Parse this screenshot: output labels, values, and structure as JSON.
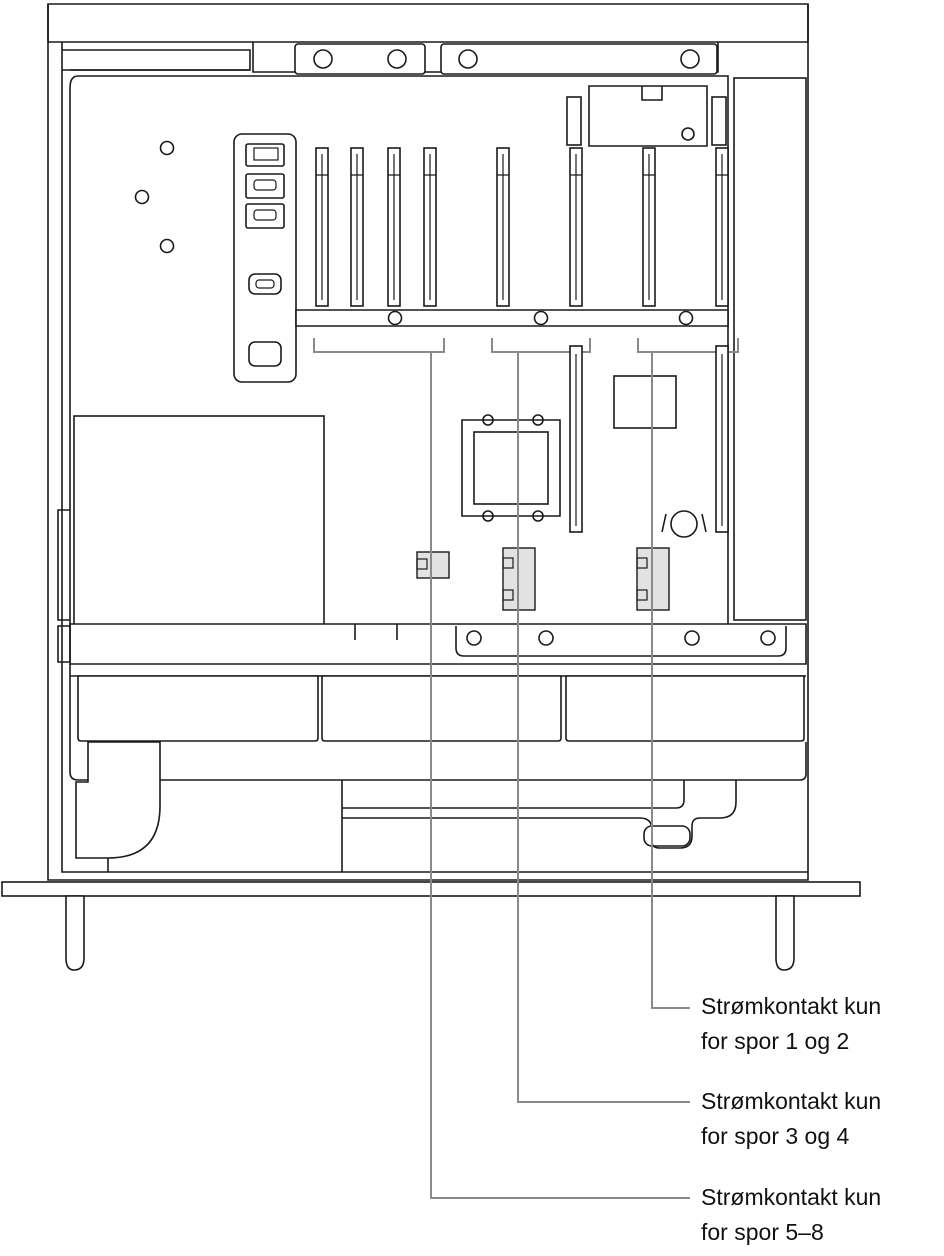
{
  "callouts": [
    {
      "id": "slots-1-2",
      "line1": "Strømkontakt kun",
      "line2": "for spor 1 og 2"
    },
    {
      "id": "slots-3-4",
      "line1": "Strømkontakt kun",
      "line2": "for spor 3 og 4"
    },
    {
      "id": "slots-5-8",
      "line1": "Strømkontakt kun",
      "line2": "for spor 5–8"
    }
  ]
}
